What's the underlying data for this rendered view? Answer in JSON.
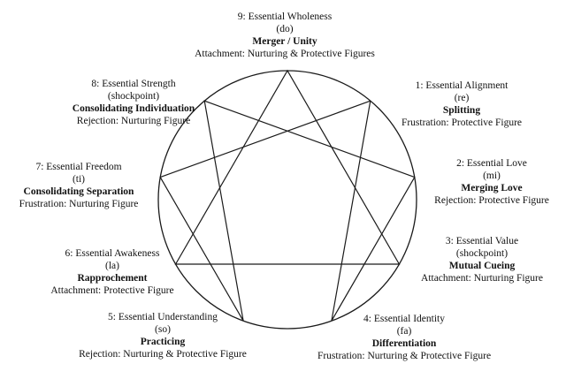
{
  "points": [
    {
      "id": 9,
      "name": "9: Essential Wholeness",
      "note": "(do)",
      "title": "Merger / Unity",
      "relation": "Attachment: Nurturing & Protective Figures"
    },
    {
      "id": 1,
      "name": "1: Essential Alignment",
      "note": "(re)",
      "title": "Splitting",
      "relation": "Frustration: Protective Figure"
    },
    {
      "id": 2,
      "name": "2: Essential Love",
      "note": "(mi)",
      "title": "Merging Love",
      "relation": "Rejection: Protective Figure"
    },
    {
      "id": 3,
      "name": "3: Essential Value",
      "note": "(shockpoint)",
      "title": "Mutual Cueing",
      "relation": "Attachment: Nurturing Figure"
    },
    {
      "id": 4,
      "name": "4: Essential Identity",
      "note": "(fa)",
      "title": "Differentiation",
      "relation": "Frustration: Nurturing & Protective Figure"
    },
    {
      "id": 5,
      "name": "5: Essential Understanding",
      "note": "(so)",
      "title": "Practicing",
      "relation": "Rejection: Nurturing & Protective Figure"
    },
    {
      "id": 6,
      "name": "6: Essential Awakeness",
      "note": "(la)",
      "title": "Rapprochement",
      "relation": "Attachment: Protective Figure"
    },
    {
      "id": 7,
      "name": "7: Essential Freedom",
      "note": "(ti)",
      "title": "Consolidating Separation",
      "relation": "Frustration: Nurturing Figure"
    },
    {
      "id": 8,
      "name": "8: Essential Strength",
      "note": "(shockpoint)",
      "title": "Consolidating Individuation",
      "relation": "Rejection: Nurturing Figure"
    }
  ],
  "style": {
    "line_color": "#1a1a1a"
  }
}
